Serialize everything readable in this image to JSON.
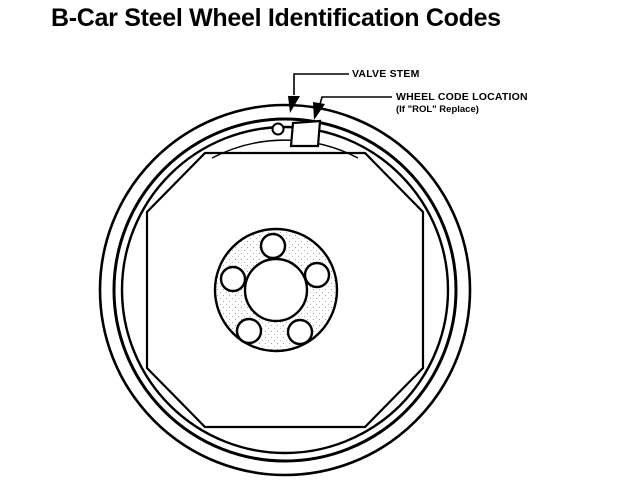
{
  "header": {
    "title": "B-Car Steel Wheel Identification Codes"
  },
  "callouts": {
    "valve_stem": "VALVE STEM",
    "wheel_code_location": "WHEEL CODE LOCATION",
    "wheel_code_note": "(If \"ROL\" Replace)"
  },
  "colors": {
    "ink": "#000000",
    "paper": "#ffffff"
  }
}
